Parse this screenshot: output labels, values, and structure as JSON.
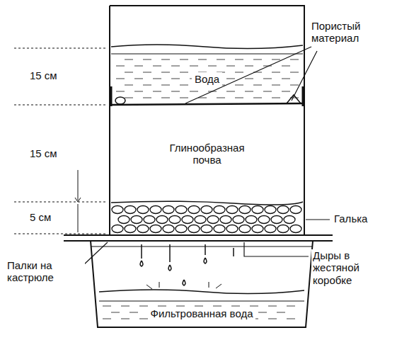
{
  "diagram": {
    "nodes": [
      {
        "text": [
          "Вода"
        ]
      },
      {
        "text": [
          "Глинообразная почва"
        ]
      },
      {
        "text": [
          "Фильтрованная вода"
        ]
      }
    ],
    "labels": [
      "15 см",
      "15 см",
      "5 см",
      "Пористый материал",
      "Галька",
      "Дыры в жестяной коробке",
      "Палки на кастрюле"
    ]
  }
}
